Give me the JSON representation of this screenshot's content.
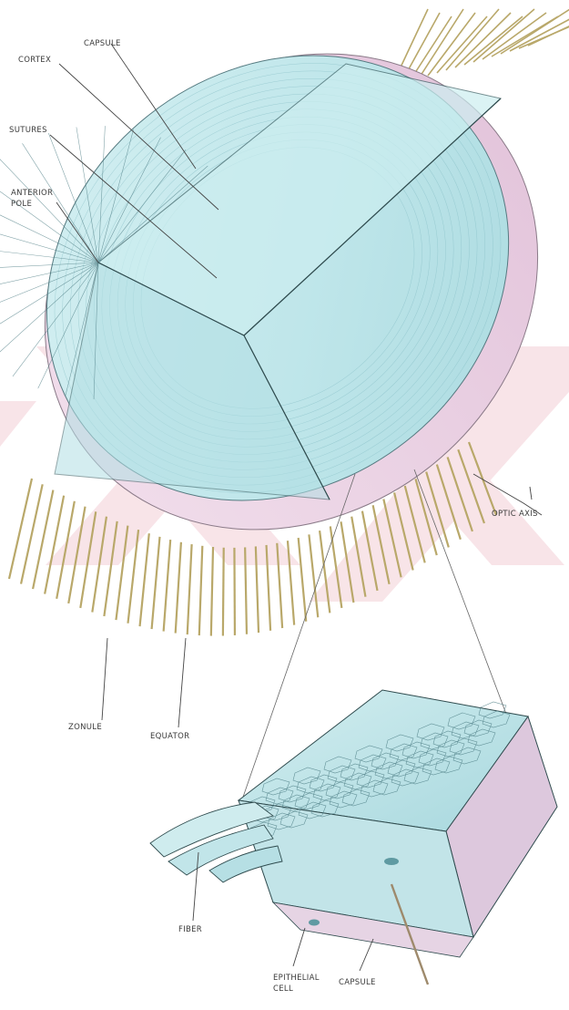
{
  "labels": {
    "capsule_top": "CAPSULE",
    "cortex": "CORTEX",
    "sutures": "SUTURES",
    "anterior_pole_1": "ANTERIOR",
    "anterior_pole_2": "POLE",
    "optic_axis": "OPTIC AXIS",
    "zonule": "ZONULE",
    "equator": "EQUATOR",
    "fiber": "FIBER",
    "epithelial_cell_1": "EPITHELIAL",
    "epithelial_cell_2": "CELL",
    "capsule_bottom": "CAPSULE"
  },
  "colors": {
    "lens_blue": "#bfe6ea",
    "lens_pink": "#ecd4e6",
    "zonule_fiber": "#b9a86a",
    "watermark": "#f3cfd6"
  }
}
